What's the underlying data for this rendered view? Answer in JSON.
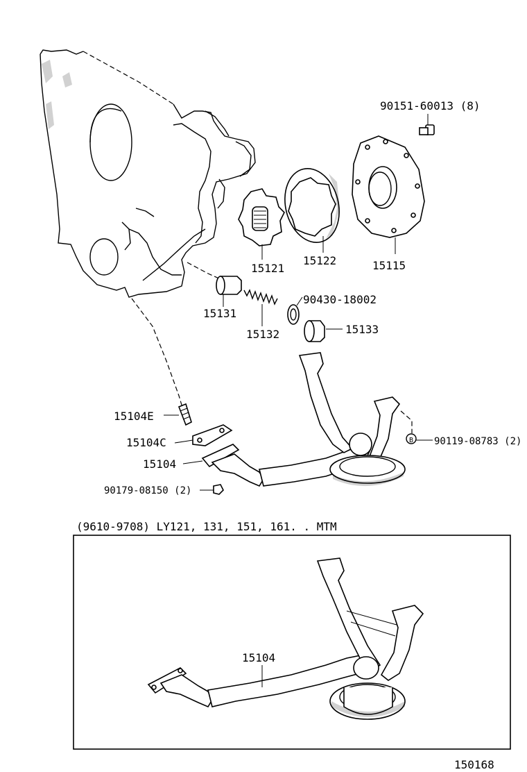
{
  "labels": {
    "bolt_top": "90151-60013 (8)",
    "cover": "15115",
    "outer_rotor": "15122",
    "drive_rotor": "15121",
    "valve": "15131",
    "spring": "15132",
    "gasket": "90430-18002",
    "plug": "15133",
    "stud": "15104E",
    "pan_gasket": "15104C",
    "strainer": "15104",
    "bolt_b": "90119-08783 (2)",
    "nut_bottom": "90179-08150 (2)",
    "b_marker": "B"
  },
  "inset": {
    "caption": "(9610-9708) LY121, 131, 151, 161. . MTM",
    "label": "15104"
  },
  "figure_code": "150168"
}
